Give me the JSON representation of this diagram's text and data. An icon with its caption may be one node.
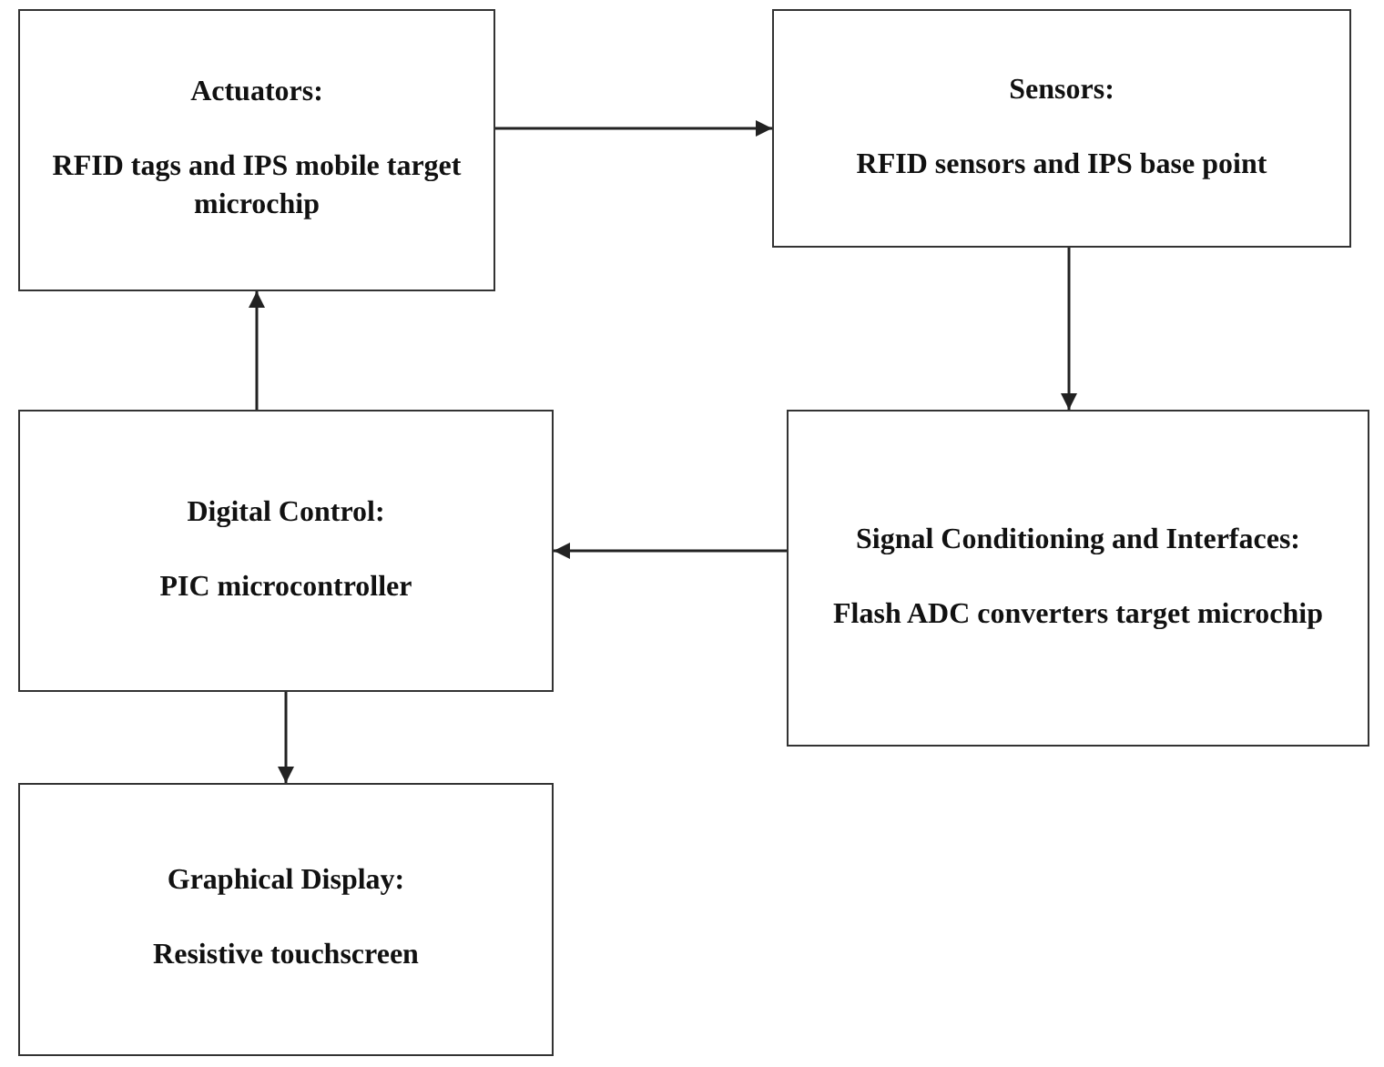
{
  "diagram": {
    "nodes": [
      {
        "text": [
          "Actuators:",
          "RFID tags and IPS mobile target microchip"
        ]
      },
      {
        "text": [
          "Sensors:",
          "RFID sensors and IPS base point"
        ]
      },
      {
        "text": [
          "Digital Control:",
          "PIC microcontroller"
        ]
      },
      {
        "text": [
          "Signal Conditioning and Interfaces:",
          "Flash ADC converters target microchip"
        ]
      },
      {
        "text": [
          "Graphical Display:",
          "Resistive touchscreen"
        ]
      }
    ],
    "edges": [
      {
        "from": 0,
        "to": 1,
        "arrow": "to"
      },
      {
        "from": 1,
        "to": 3,
        "arrow": "to"
      },
      {
        "from": 3,
        "to": 2,
        "arrow": "to"
      },
      {
        "from": 2,
        "to": 0,
        "arrow": "to"
      },
      {
        "from": 2,
        "to": 4,
        "arrow": "to"
      }
    ]
  }
}
